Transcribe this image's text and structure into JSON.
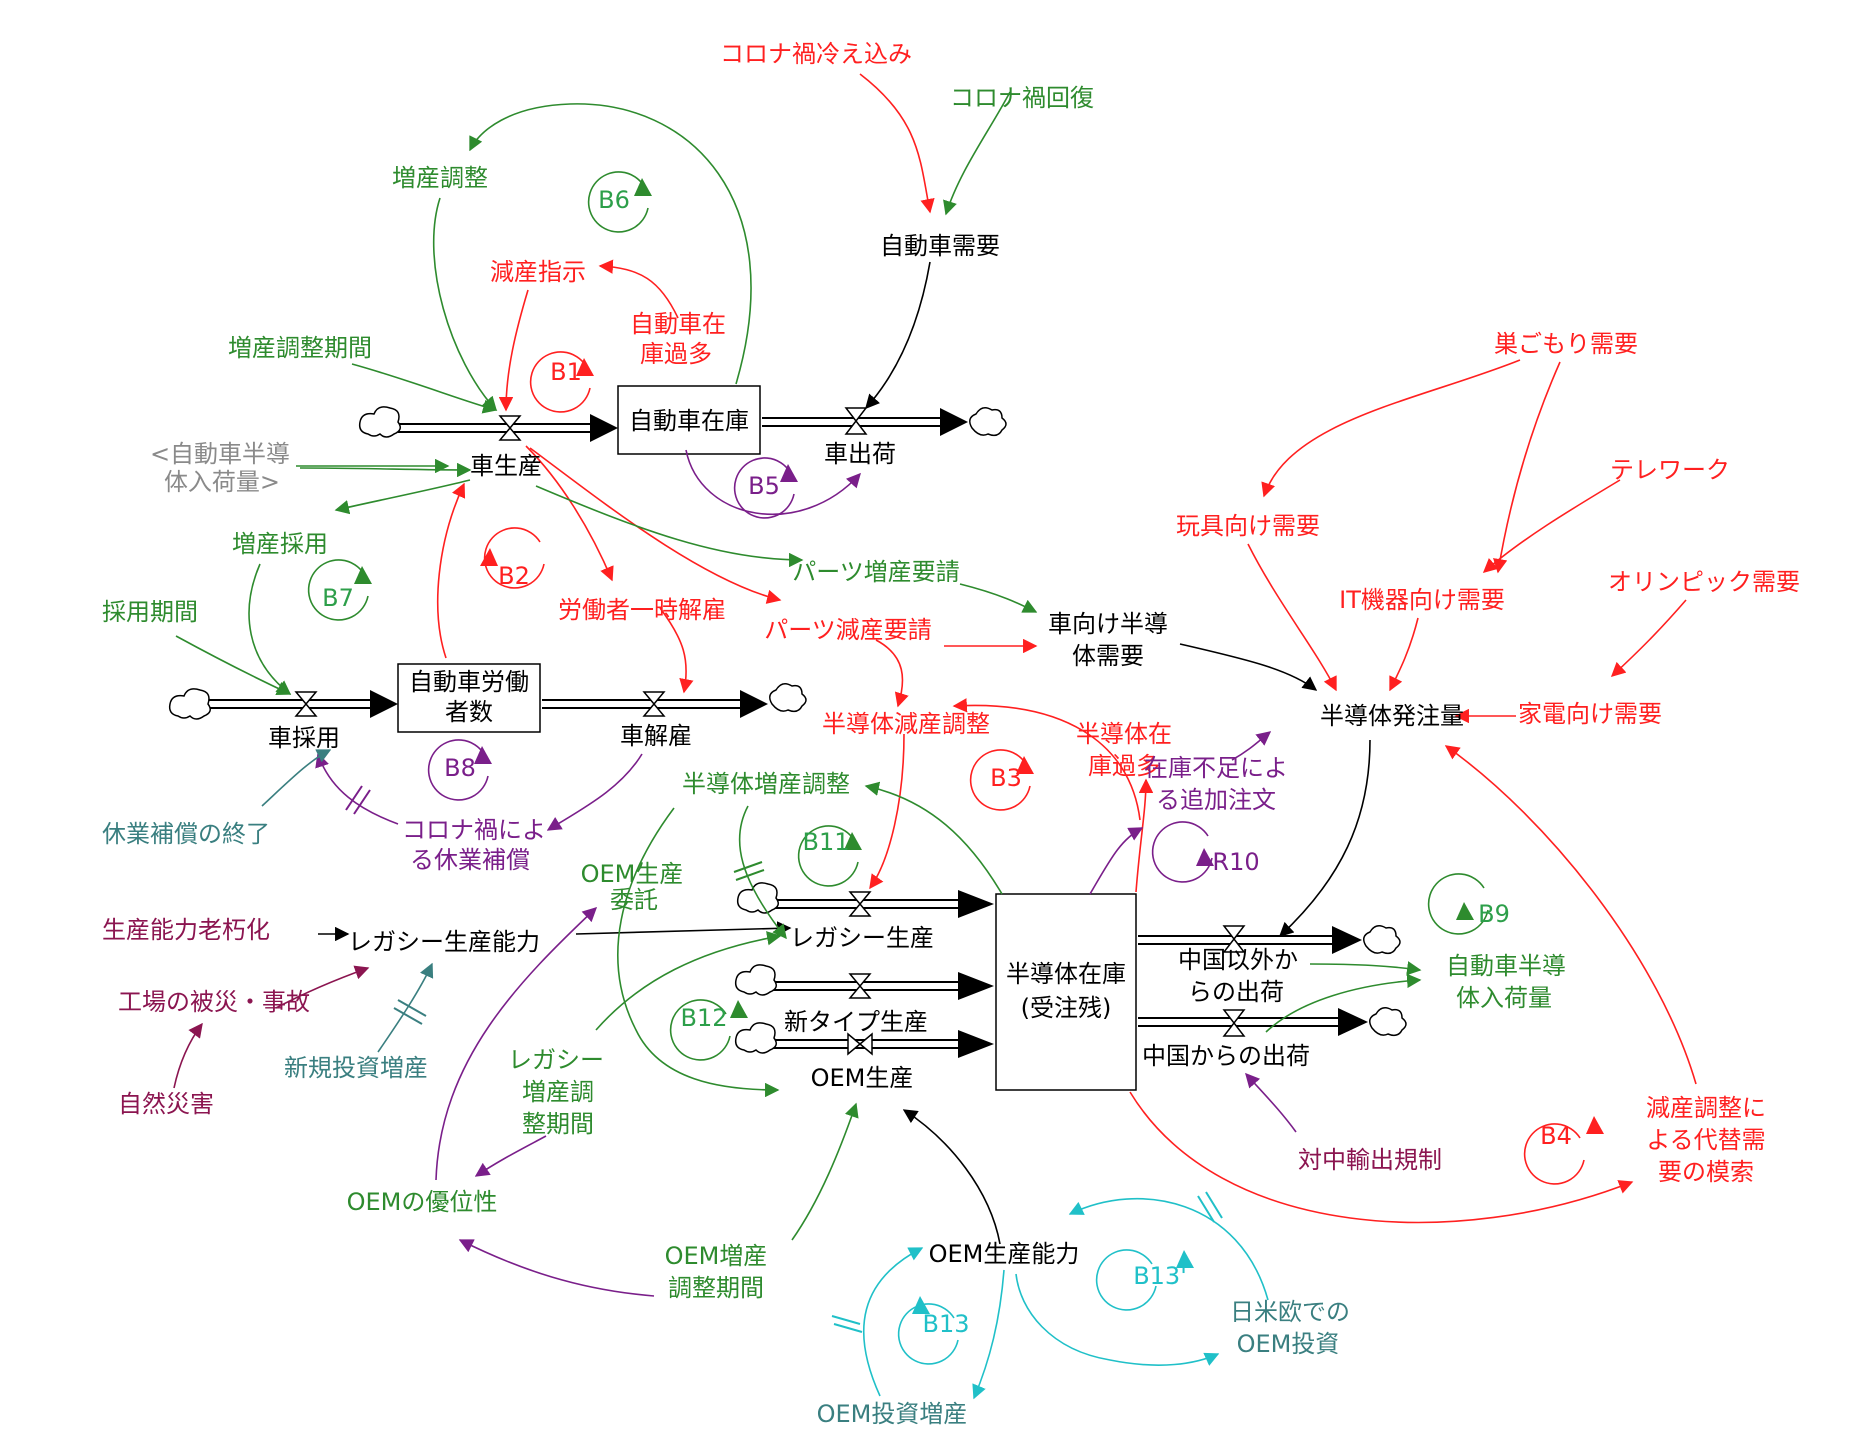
{
  "colors": {
    "black": "#000000",
    "red": "#ff2020",
    "green": "#2e8b2e",
    "purple": "#7a1f8a",
    "maroon": "#8b1550",
    "teal": "#3a7f80",
    "cyan": "#20c0c8",
    "gray": "#8a8a8a",
    "loopgreen": "#2d9f4a"
  },
  "stocks": {
    "car_inventory": "自動車在庫",
    "car_workers_1": "自動車労働",
    "car_workers_2": "者数",
    "semi_inventory_1": "半導体在庫",
    "semi_inventory_2": "(受注残)"
  },
  "variables": {
    "corona_cooling": "コロナ禍冷え込み",
    "corona_recovery": "コロナ禍回復",
    "car_demand": "自動車需要",
    "increase_adjust": "増産調整",
    "decrease_instruction": "減産指示",
    "car_excess_1": "自動車在",
    "car_excess_2": "庫過多",
    "increase_adjust_period": "増産調整期間",
    "car_semi_ref_1": "<自動車半導",
    "car_semi_ref_2": "体入荷量>",
    "car_production": "車生産",
    "car_shipment": "車出荷",
    "increase_hiring": "増産採用",
    "hiring_period": "採用期間",
    "temp_layoff": "労働者一時解雇",
    "parts_increase_request": "パーツ増産要請",
    "parts_decrease_request": "パーツ減産要請",
    "car_semi_demand_1": "車向け半導",
    "car_semi_demand_2": "体需要",
    "car_hiring": "車採用",
    "car_firing": "車解雇",
    "leave_comp_end": "休業補償の終了",
    "corona_leave_comp_1": "コロナ禍によ",
    "corona_leave_comp_2": "る休業補償",
    "semi_decrease_adjust": "半導体減産調整",
    "semi_excess_1": "半導体在",
    "semi_excess_2": "庫過多",
    "stock_shortage_order_1": "在庫不足によ",
    "stock_shortage_order_2": "る追加注文",
    "semi_increase_adjust": "半導体増産調整",
    "oem_consign_1": "OEM生産",
    "oem_consign_2": "委託",
    "capacity_aging": "生産能力老朽化",
    "legacy_capacity": "レガシー生産能力",
    "legacy_production": "レガシー生産",
    "factory_disaster": "工場の被災・事故",
    "natural_disaster": "自然災害",
    "new_investment": "新規投資増産",
    "new_type_production": "新タイプ生産",
    "oem_production": "OEM生産",
    "legacy_adjust_1": "レガシー",
    "legacy_adjust_2": "増産調",
    "legacy_adjust_3": "整期間",
    "oem_superiority": "OEMの優位性",
    "oem_adjust_1": "OEM増産",
    "oem_adjust_2": "調整期間",
    "oem_capacity": "OEM生産能力",
    "jp_us_eu_oem_1": "日米欧での",
    "jp_us_eu_oem_2": "OEM投資",
    "oem_investment": "OEM投資増産",
    "nest_demand": "巣ごもり需要",
    "telework": "テレワーク",
    "toy_demand": "玩具向け需要",
    "it_demand": "IT機器向け需要",
    "olympic_demand": "オリンピック需要",
    "appliance_demand": "家電向け需要",
    "semi_order": "半導体発注量",
    "non_china_shipment_1": "中国以外か",
    "non_china_shipment_2": "らの出荷",
    "china_shipment": "中国からの出荷",
    "car_semi_arrival_1": "自動車半導",
    "car_semi_arrival_2": "体入荷量",
    "china_export_regulation": "対中輸出規制",
    "alt_demand_1": "減産調整に",
    "alt_demand_2": "よる代替需",
    "alt_demand_3": "要の模索"
  },
  "loops": {
    "B1": "B1",
    "B2": "B2",
    "B3": "B3",
    "B4": "B4",
    "B5": "B5",
    "B6": "B6",
    "B7": "B7",
    "B8": "B8",
    "B9": "B9",
    "R10": "R10",
    "B11": "B11",
    "B12": "B12",
    "B13": "B13",
    "B13p": "B13'"
  }
}
